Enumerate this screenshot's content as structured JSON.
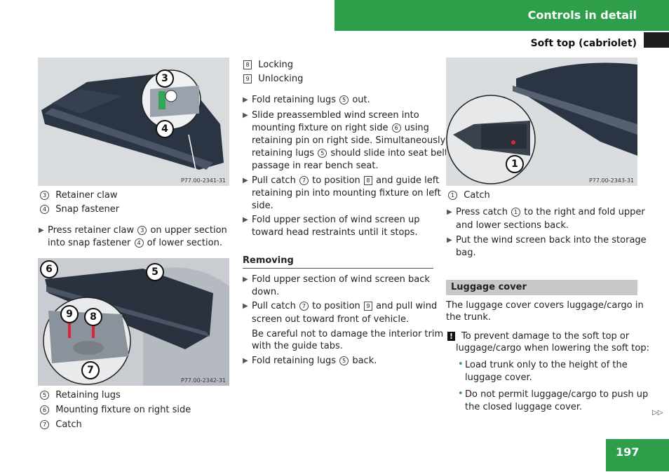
{
  "header": {
    "section": "Controls in detail",
    "subsection": "Soft top (cabriolet)"
  },
  "page": {
    "number": "197",
    "continue_marker": "▷▷"
  },
  "figures": [
    {
      "label": "P77.00-2341-31",
      "callouts": [
        "3",
        "4"
      ]
    },
    {
      "label": "P77.00-2342-31",
      "callouts": [
        "6",
        "5",
        "9",
        "8",
        "7"
      ]
    },
    {
      "label": "P77.00-2343-31",
      "callouts": [
        "1"
      ]
    }
  ],
  "col1": {
    "legend1": [
      {
        "n": "3",
        "text": "Retainer claw"
      },
      {
        "n": "4",
        "text": "Snap fastener"
      }
    ],
    "step1": {
      "a": "Press retainer claw",
      "n1": "3",
      "b": "on upper section",
      "c": "into snap fastener",
      "n2": "4",
      "d": "of lower section."
    },
    "legend2": [
      {
        "n": "5",
        "text": "Retaining lugs"
      },
      {
        "n": "6",
        "text": "Mounting fixture on right side"
      },
      {
        "n": "7",
        "text": "Catch"
      }
    ]
  },
  "col2": {
    "legend": [
      {
        "n": "8",
        "text": "Locking"
      },
      {
        "n": "9",
        "text": "Unlocking"
      }
    ],
    "s1": {
      "a": "Fold retaining lugs",
      "n": "5",
      "b": "out."
    },
    "s2": {
      "l1a": "Slide preassembled wind screen into",
      "l2a": "mounting fixture on right side",
      "n1": "6",
      "l2b": "using",
      "l3": "retaining pin on right side. Simultaneously,",
      "l4a": "retaining lugs",
      "n2": "5",
      "l4b": "should slide into seat belt",
      "l5": "passage in rear bench seat."
    },
    "s3": {
      "l1a": "Pull catch",
      "n1": "7",
      "l1b": "to position",
      "n2": "8",
      "l1c": "and guide left",
      "l2": "retaining pin into mounting fixture on left",
      "l3": "side."
    },
    "s4": {
      "l1": "Fold upper section of wind screen up",
      "l2": "toward head restraints until it stops."
    },
    "removing": "Removing",
    "r1": {
      "l1": "Fold upper section of wind screen back",
      "l2": "down."
    },
    "r2": {
      "l1a": "Pull catch",
      "n1": "7",
      "l1b": "to position",
      "n2": "9",
      "l1c": "and pull wind",
      "l2": "screen out toward front of vehicle."
    },
    "note": {
      "l1": "Be careful not to damage the interior trim",
      "l2": "with the guide tabs."
    },
    "r3": {
      "a": "Fold retaining lugs",
      "n": "5",
      "b": "back."
    }
  },
  "col3": {
    "legend": [
      {
        "n": "1",
        "text": "Catch"
      }
    ],
    "s1": {
      "l1a": "Press catch",
      "n": "1",
      "l1b": "to the right and fold upper",
      "l2": "and lower sections back."
    },
    "s2": {
      "l1": "Put the wind screen back into the storage",
      "l2": "bag."
    },
    "luggage_heading": "Luggage cover",
    "intro": {
      "l1": "The luggage cover covers luggage/cargo in",
      "l2": "the trunk."
    },
    "warning": {
      "icon": "!",
      "l1": "To prevent damage to the soft top or",
      "l2": "luggage/cargo when lowering the soft top:"
    },
    "bullets": [
      {
        "l1": "Load trunk only to the height of the",
        "l2": "luggage cover."
      },
      {
        "l1": "Do not permit luggage/cargo to push up",
        "l2": "the closed luggage cover."
      }
    ]
  }
}
